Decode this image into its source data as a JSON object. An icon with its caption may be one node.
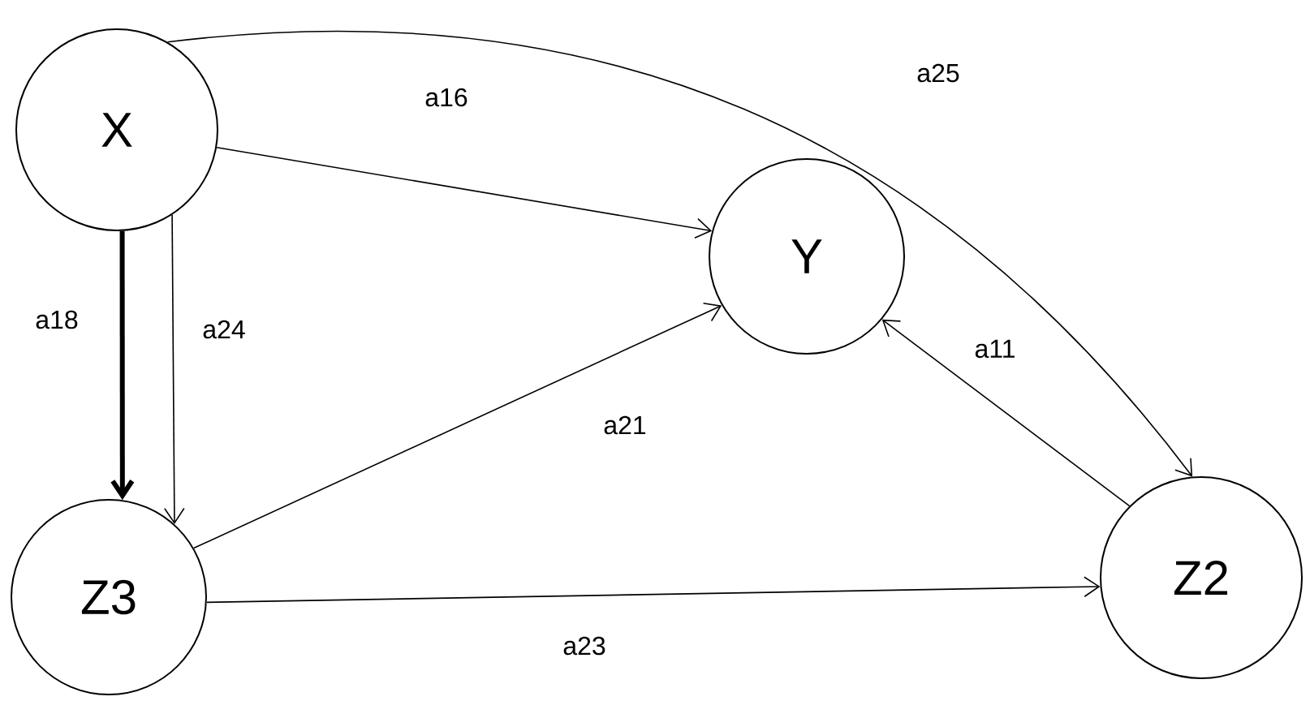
{
  "diagram": {
    "nodes": [
      {
        "text": [
          "X"
        ]
      },
      {
        "text": [
          "Y"
        ]
      },
      {
        "text": [
          "Z3"
        ]
      },
      {
        "text": [
          "Z2"
        ]
      }
    ],
    "edges": [
      {
        "from": 0,
        "to": 1,
        "arrow": "to",
        "label": "a16"
      },
      {
        "from": 0,
        "to": 3,
        "arrow": "to",
        "label": "a25"
      },
      {
        "from": 0,
        "to": 2,
        "arrow": "to",
        "label": "a18",
        "style": "thick"
      },
      {
        "from": 0,
        "to": 2,
        "arrow": "to",
        "label": "a24"
      },
      {
        "from": 2,
        "to": 1,
        "arrow": "to",
        "label": "a21"
      },
      {
        "from": 3,
        "to": 1,
        "arrow": "to",
        "label": "a11"
      },
      {
        "from": 2,
        "to": 3,
        "arrow": "to",
        "label": "a23"
      }
    ]
  }
}
